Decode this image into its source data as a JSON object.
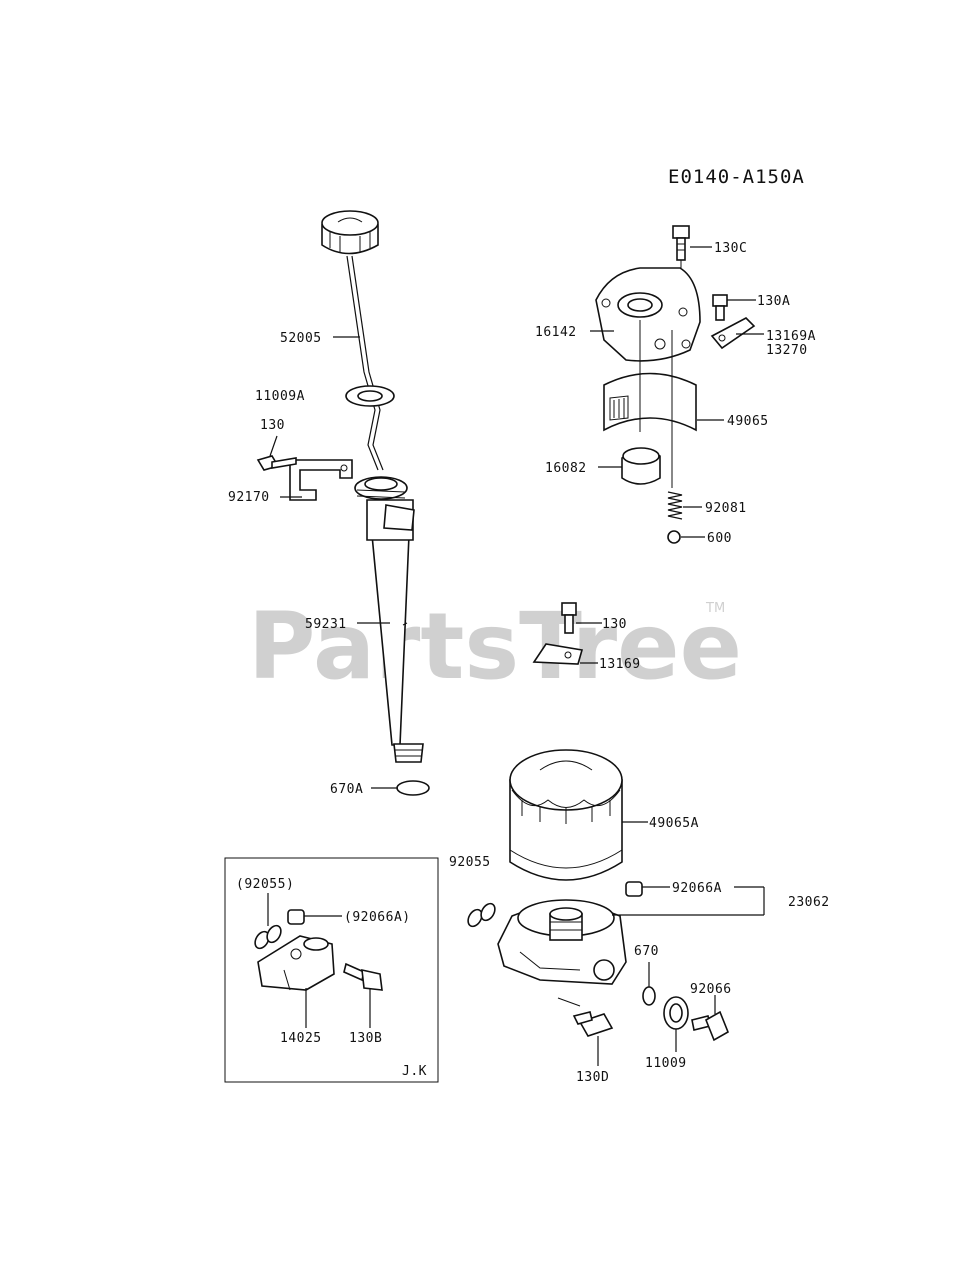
{
  "diagram": {
    "code": "E0140-A150A",
    "watermark": "PartsTree",
    "watermark_tm": "TM",
    "inset_label": "J.K",
    "callouts": {
      "p52005": "52005",
      "p11009A": "11009A",
      "p130_left": "130",
      "p92170": "92170",
      "p59231": "59231",
      "p670A": "670A",
      "p130C": "130C",
      "p130A": "130A",
      "p16142": "16142",
      "p13169A": "13169A",
      "p13270": "13270",
      "p49065": "49065",
      "p16082": "16082",
      "p92081": "92081",
      "p600": "600",
      "p130_mid": "130",
      "p13169": "13169",
      "p49065A": "49065A",
      "p92055": "92055",
      "p92066A": "92066A",
      "p23062": "23062",
      "p670": "670",
      "p92066": "92066",
      "p11009": "11009",
      "p130D": "130D",
      "p92055_inset": "(92055)",
      "p92066A_inset": "(92066A)",
      "p14025": "14025",
      "p130B": "130B"
    }
  }
}
